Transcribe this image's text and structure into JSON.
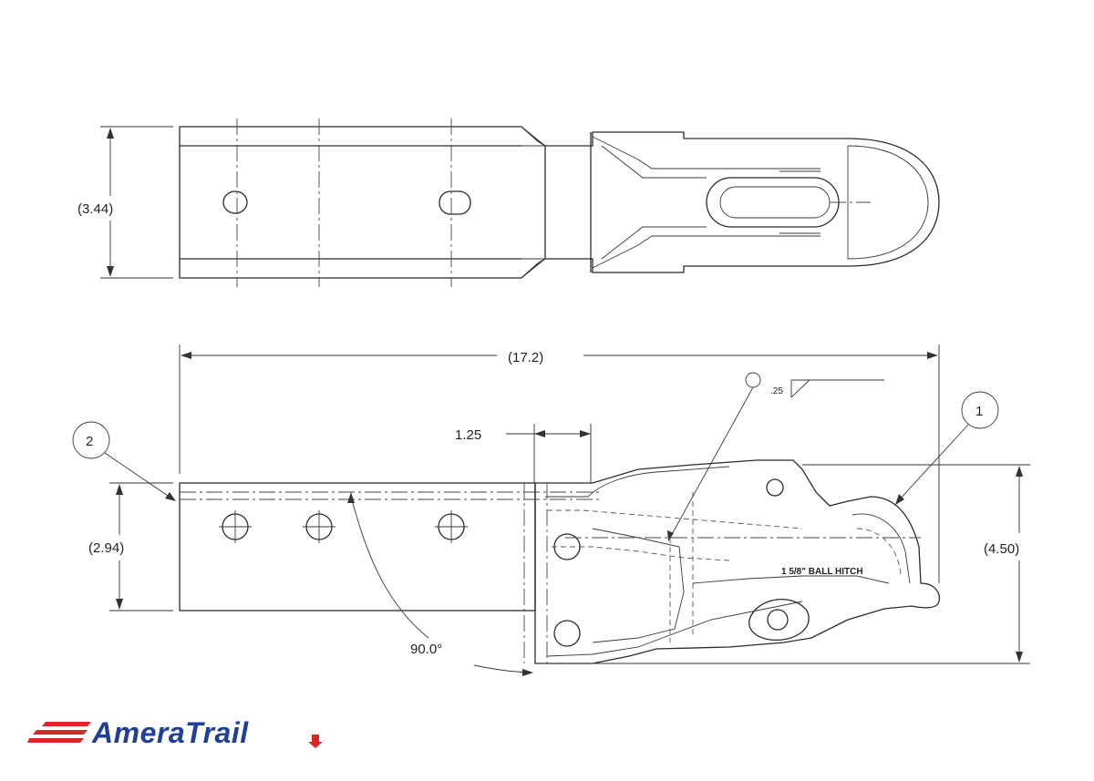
{
  "dimensions": {
    "top_width": "(3.44)",
    "overall_length": "(17.2)",
    "offset": "1.25",
    "side_height": "(2.94)",
    "total_height": "(4.50)",
    "angle": "90.0°",
    "weld_size": ".25"
  },
  "callouts": {
    "item_1": "1",
    "item_2": "2"
  },
  "casting_text": "1 5/8\" BALL HITCH",
  "brand": {
    "name": "AmeraTrail",
    "color_primary": "#1f3f99",
    "color_accent": "#d62828"
  }
}
